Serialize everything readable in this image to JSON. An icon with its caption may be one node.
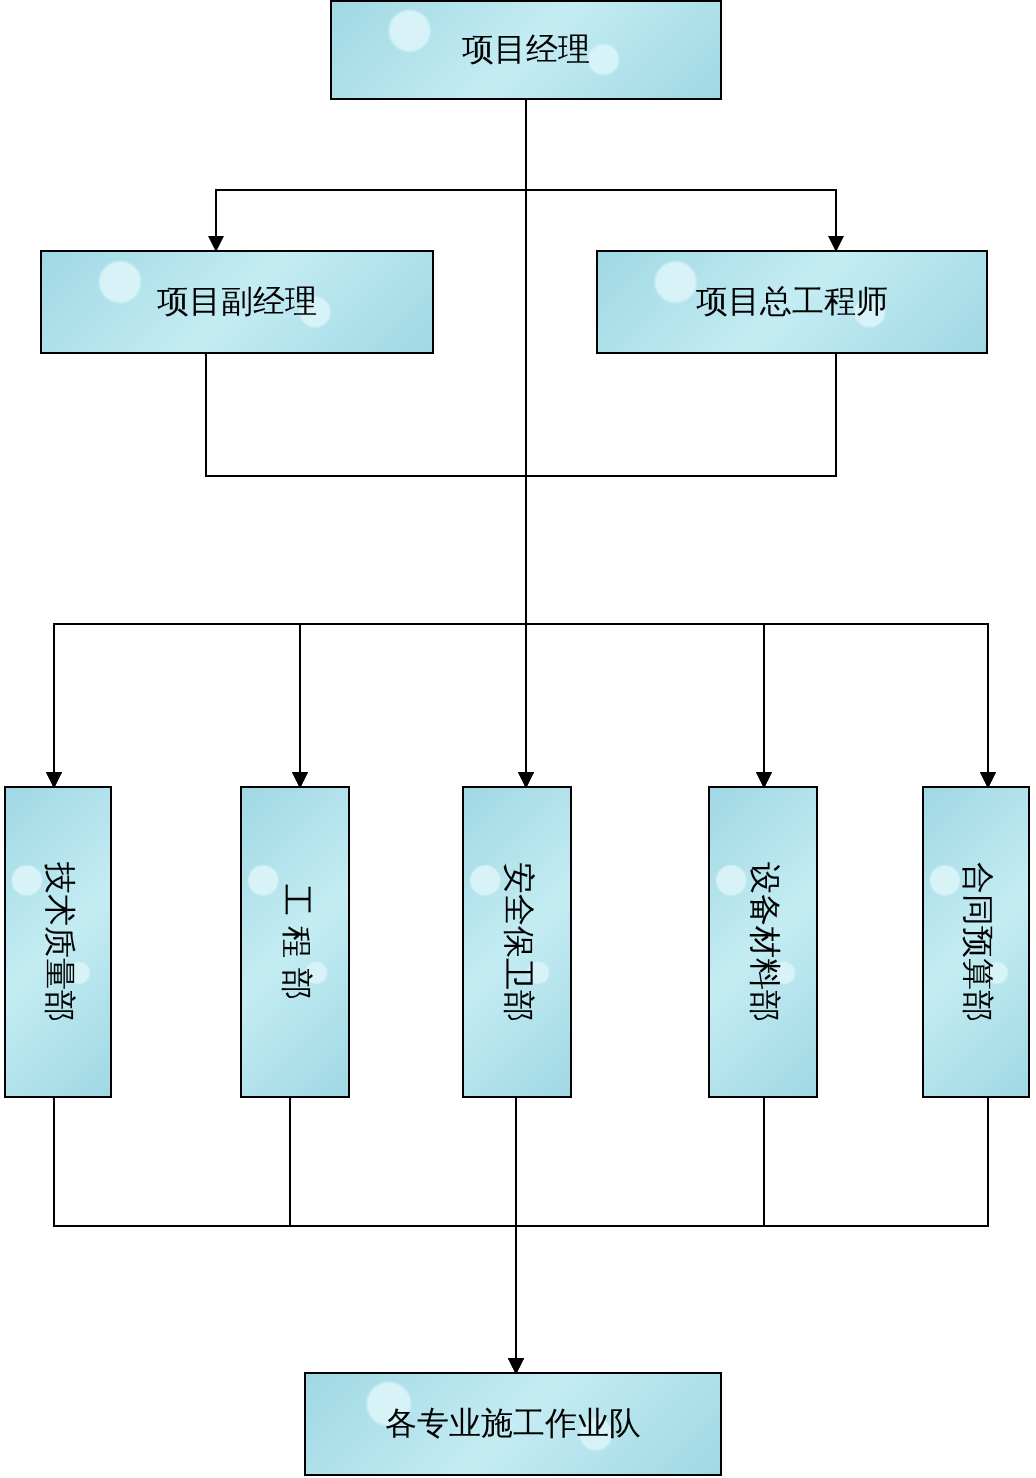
{
  "diagram": {
    "nodes": [
      {
        "text": [
          "项目经理"
        ]
      },
      {
        "text": [
          "项目副经理"
        ]
      },
      {
        "text": [
          "项目总工程师"
        ]
      },
      {
        "text": [
          "技术质量部"
        ]
      },
      {
        "text": [
          "工 程 部"
        ]
      },
      {
        "text": [
          "安全保卫部"
        ]
      },
      {
        "text": [
          "设备材料部"
        ]
      },
      {
        "text": [
          "合同预算部"
        ]
      },
      {
        "text": [
          "各专业施工作业队"
        ]
      }
    ],
    "edges": [
      {
        "from": 0,
        "to": 1,
        "arrow": "to"
      },
      {
        "from": 0,
        "to": 2,
        "arrow": "to"
      },
      {
        "from": 0,
        "to": 3,
        "arrow": "to"
      },
      {
        "from": 0,
        "to": 4,
        "arrow": "to"
      },
      {
        "from": 0,
        "to": 5,
        "arrow": "to"
      },
      {
        "from": 0,
        "to": 6,
        "arrow": "to"
      },
      {
        "from": 0,
        "to": 7,
        "arrow": "to"
      },
      {
        "from": 1,
        "to": 3,
        "arrow": "to"
      },
      {
        "from": 1,
        "to": 4,
        "arrow": "to"
      },
      {
        "from": 1,
        "to": 5,
        "arrow": "to"
      },
      {
        "from": 1,
        "to": 6,
        "arrow": "to"
      },
      {
        "from": 1,
        "to": 7,
        "arrow": "to"
      },
      {
        "from": 2,
        "to": 3,
        "arrow": "to"
      },
      {
        "from": 2,
        "to": 4,
        "arrow": "to"
      },
      {
        "from": 2,
        "to": 5,
        "arrow": "to"
      },
      {
        "from": 2,
        "to": 6,
        "arrow": "to"
      },
      {
        "from": 2,
        "to": 7,
        "arrow": "to"
      },
      {
        "from": 3,
        "to": 8,
        "arrow": "to"
      },
      {
        "from": 4,
        "to": 8,
        "arrow": "to"
      },
      {
        "from": 5,
        "to": 8,
        "arrow": "to"
      },
      {
        "from": 6,
        "to": 8,
        "arrow": "to"
      },
      {
        "from": 7,
        "to": 8,
        "arrow": "to"
      }
    ]
  }
}
